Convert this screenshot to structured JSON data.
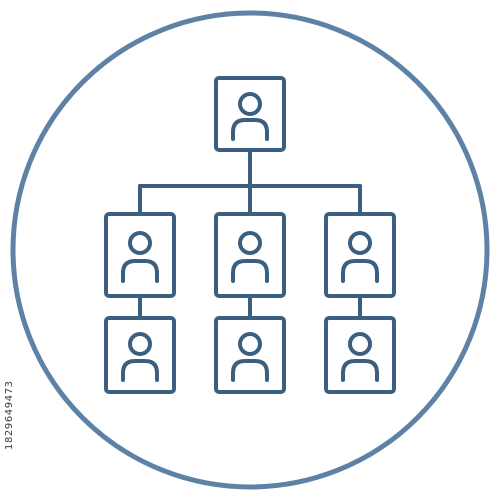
{
  "icon": {
    "name": "organization-chart-icon",
    "stroke_color": "#3b5f80",
    "ring_color": "#5d82a6",
    "background": "#ffffff",
    "levels": [
      {
        "level": "top",
        "count": 1
      },
      {
        "level": "middle",
        "count": 3
      },
      {
        "level": "bottom",
        "count": 3
      }
    ]
  },
  "stock_id": "1829649473"
}
